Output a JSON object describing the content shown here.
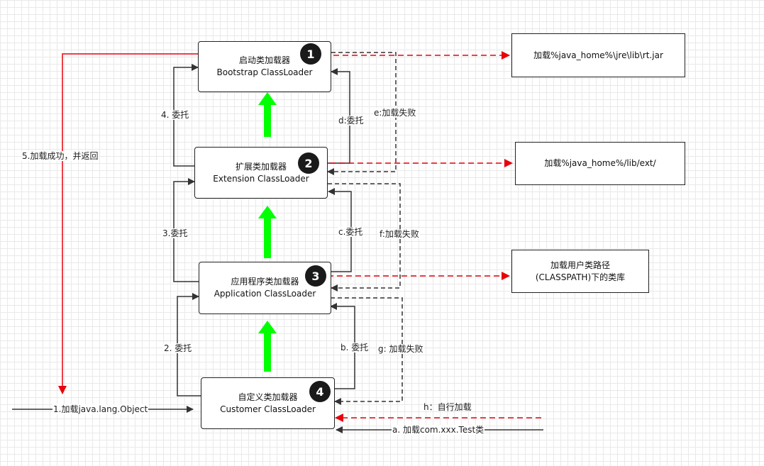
{
  "loaders": {
    "bootstrap": {
      "title": "启动类加载器",
      "subtitle": "Bootstrap ClassLoader",
      "badge": "1"
    },
    "extension": {
      "title": "扩展类加载器",
      "subtitle": "Extension ClassLoader",
      "badge": "2"
    },
    "application": {
      "title": "应用程序类加载器",
      "subtitle": "Application ClassLoader",
      "badge": "3"
    },
    "customer": {
      "title": "自定义类加载器",
      "subtitle": "Customer ClassLoader",
      "badge": "4"
    }
  },
  "targets": {
    "rt": {
      "line1": "加载%java_home%\\jre\\lib\\rt.jar"
    },
    "ext": {
      "line1": "加载%java_home%/lib/ext/"
    },
    "classpath": {
      "line1": "加载用户类路径",
      "line2": "(CLASSPATH)下的类库"
    }
  },
  "labels": {
    "delegate4": "4. 委托",
    "delegate3": "3.委托",
    "delegate2": "2. 委托",
    "delegate_d": "d:委托",
    "delegate_c": "c.委托",
    "delegate_b": "b. 委托",
    "fail_e": "e:加载失败",
    "fail_f": "f:加载失败",
    "fail_g": "g: 加载失败",
    "success_return": "5.加载成功，并返回",
    "load_object": "1.加载java.lang.Object",
    "self_load": "h：自行加载",
    "load_test": "a. 加载com.xxx.Test类"
  },
  "colors": {
    "delegate_line": "#333333",
    "load_line": "#e8000b",
    "parent_arrow": "#00ff00",
    "fail_line": "#333333"
  }
}
